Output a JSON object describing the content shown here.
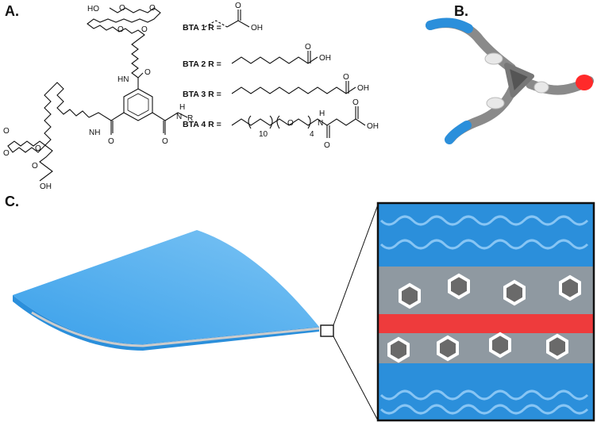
{
  "panels": {
    "a": "A.",
    "b": "B.",
    "c": "C."
  },
  "core_labels": {
    "ho": "HO",
    "oh": "OH",
    "o": "O",
    "hn": "HN",
    "nh": "NH",
    "h": "H",
    "n": "N",
    "r": "R"
  },
  "bta": [
    {
      "label": "BTA 1  R =",
      "acid": "OH",
      "carbonyl": "O"
    },
    {
      "label": "BTA 2  R =",
      "acid": "OH",
      "carbonyl": "O"
    },
    {
      "label": "BTA 3  R =",
      "acid": "OH",
      "carbonyl": "O"
    },
    {
      "label": "BTA 4  R =",
      "acid": "OH",
      "carbonyl": "O",
      "sub1": "10",
      "sub2": "4",
      "o_ether": "O",
      "n_amide": "N",
      "h_amide": "H",
      "o_amide": "O"
    }
  ],
  "colors": {
    "blue": "#2b8fdb",
    "grey": "#8a8a8a",
    "red": "#ff2a2a",
    "dark": "#111111"
  }
}
